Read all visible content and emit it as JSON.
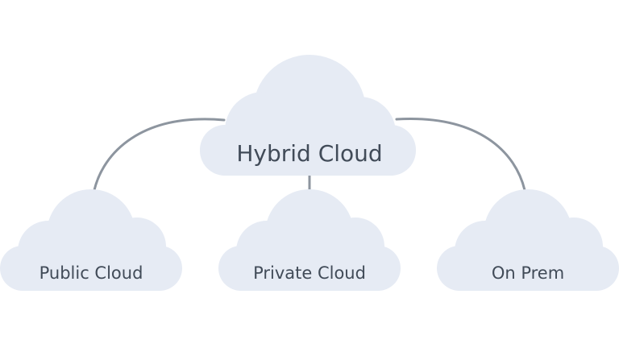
{
  "diagram": {
    "colors": {
      "cloud_fill": "#e6ebf4",
      "connector": "#8d959f",
      "text": "#414b58"
    },
    "root": {
      "label": "Hybrid Cloud"
    },
    "children": [
      {
        "label": "Public Cloud"
      },
      {
        "label": "Private Cloud"
      },
      {
        "label": "On Prem"
      }
    ]
  }
}
